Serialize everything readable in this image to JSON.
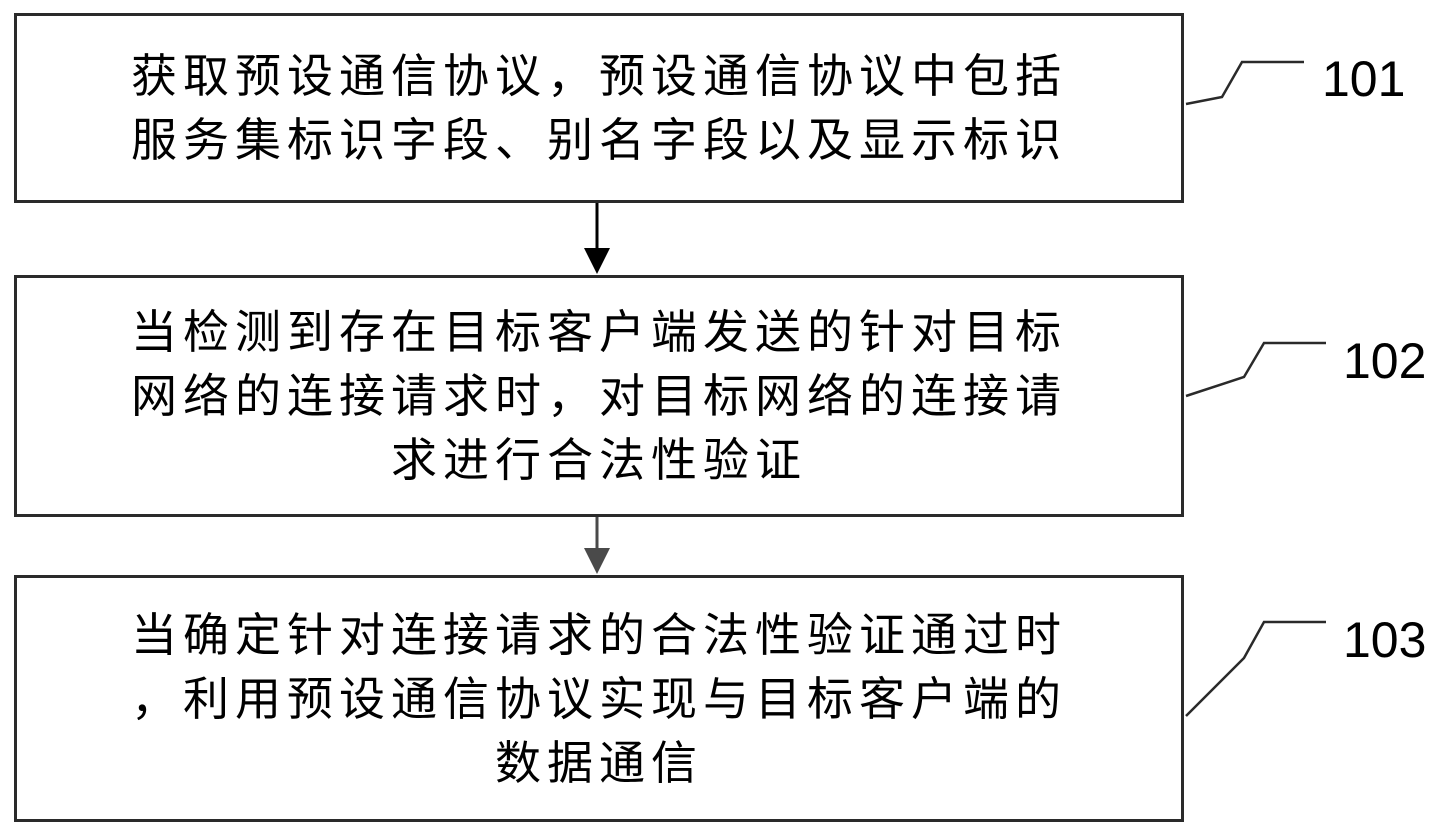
{
  "flowchart": {
    "steps": [
      {
        "id": "101",
        "label": "101",
        "lines": [
          "获取预设通信协议，预设通信协议中包括",
          "服务集标识字段、别名字段以及显示标识"
        ]
      },
      {
        "id": "102",
        "label": "102",
        "lines": [
          "当检测到存在目标客户端发送的针对目标",
          "网络的连接请求时，对目标网络的连接请",
          "求进行合法性验证"
        ]
      },
      {
        "id": "103",
        "label": "103",
        "lines": [
          "当确定针对连接请求的合法性验证通过时",
          "，利用预设通信协议实现与目标客户端的",
          "数据通信"
        ]
      }
    ],
    "colors": {
      "box_border": "#2a2a2a",
      "arrow_1": "#000000",
      "arrow_2": "#4a4a4a",
      "leader_line": "#2a2a2a",
      "text": "#000000"
    }
  }
}
